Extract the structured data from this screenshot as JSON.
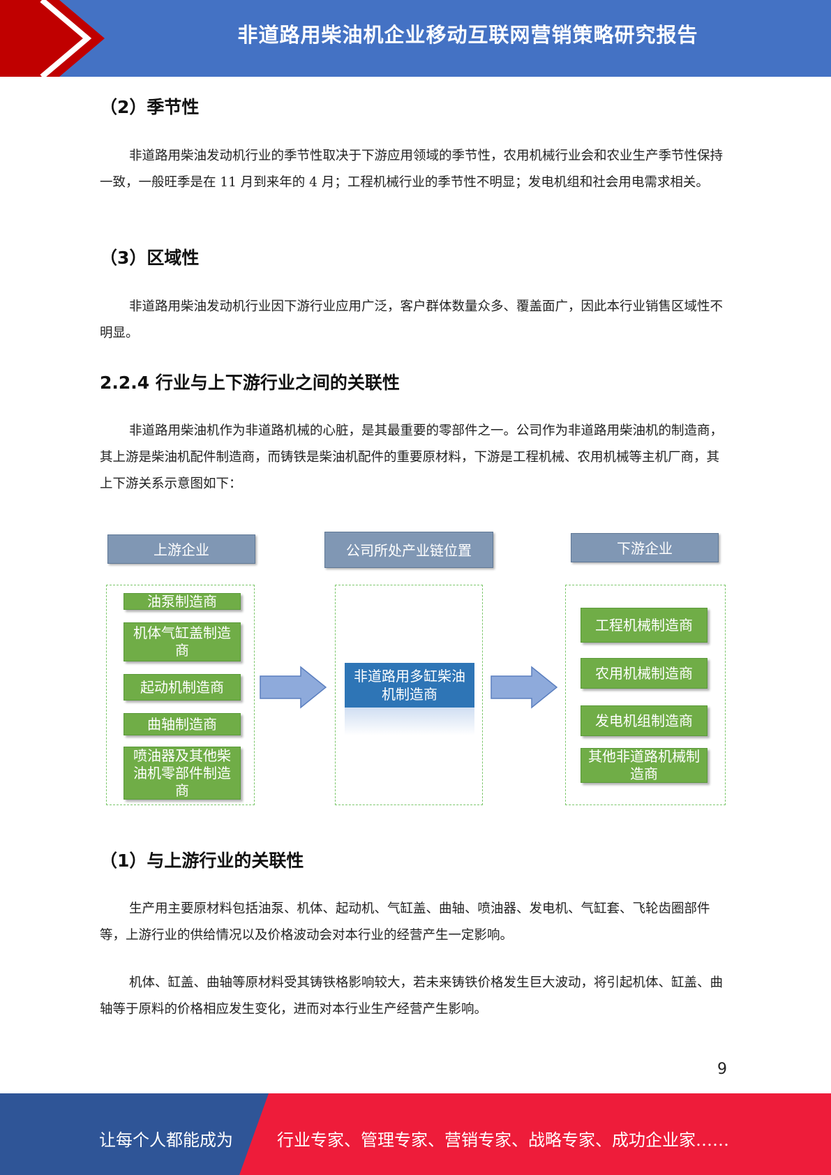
{
  "header": {
    "title": "非道路用柴油机企业移动互联网营销策略研究报告"
  },
  "sections": {
    "seasonality_heading": "（2）季节性",
    "seasonality_text": "非道路用柴油发动机行业的季节性取决于下游应用领域的季节性，农用机械行业会和农业生产季节性保持一致，一般旺季是在 11 月到来年的 4 月；工程机械行业的季节性不明显；发电机组和社会用电需求相关。",
    "regional_heading": "（3）区域性",
    "regional_text": "非道路用柴油发动机行业因下游行业应用广泛，客户群体数量众多、覆盖面广，因此本行业销售区域性不明显。",
    "section_heading": "2.2.4 行业与上下游行业之间的关联性",
    "section_text": "非道路用柴油机作为非道路机械的心脏，是其最重要的零部件之一。公司作为非道路用柴油机的制造商，其上游是柴油机配件制造商，而铸铁是柴油机配件的重要原材料，下游是工程机械、农用机械等主机厂商，其上下游关系示意图如下：",
    "upstream_heading": "（1）与上游行业的关联性",
    "upstream_text1": "生产用主要原材料包括油泵、机体、起动机、气缸盖、曲轴、喷油器、发电机、气缸套、飞轮齿圈部件等，上游行业的供给情况以及价格波动会对本行业的经营产生一定影响。",
    "upstream_text2": "机体、缸盖、曲轴等原材料受其铸铁格影响较大，若未来铸铁价格发生巨大波动，将引起机体、缸盖、曲轴等于原料的价格相应发生变化，进而对本行业生产经营产生影响。"
  },
  "diagram": {
    "upstream_label": "上游企业",
    "company_label": "公司所处产业链位置",
    "downstream_label": "下游企业",
    "upstream_items": [
      "油泵制造商",
      "机体气缸盖制造商",
      "起动机制造商",
      "曲轴制造商",
      "喷油器及其他柴油机零部件制造商"
    ],
    "company_item": "非道路用多缸柴油机制造商",
    "downstream_items": [
      "工程机械制造商",
      "农用机械制造商",
      "发电机组制造商",
      "其他非道路机械制造商"
    ],
    "colors": {
      "header": "#8097b4",
      "green": "#70ad47",
      "blue": "#2e75b6",
      "arrow": "#8eaadb"
    }
  },
  "page_number": "9",
  "footer": {
    "left_text": "让每个人都能成为",
    "right_text": "行业专家、管理专家、营销专家、战略专家、成功企业家……",
    "colors": {
      "blue": "#2f5597",
      "red": "#ee1c3a"
    }
  }
}
